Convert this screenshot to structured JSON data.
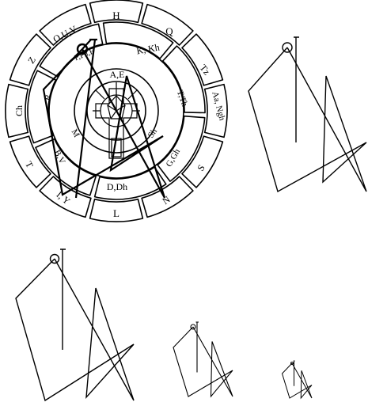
{
  "outer_ring": [
    {
      "label": "H"
    },
    {
      "label": "Q"
    },
    {
      "label": "Tz"
    },
    {
      "label": "Aa, Ngh"
    },
    {
      "label": "S"
    },
    {
      "label": "N"
    },
    {
      "label": "L"
    },
    {
      "label": "I, Y"
    },
    {
      "label": "T"
    },
    {
      "label": "Ch"
    },
    {
      "label": "Z"
    },
    {
      "label": "O,U,V"
    }
  ],
  "middle_ring": [
    {
      "label": "K, Kh"
    },
    {
      "label": "T,Th"
    },
    {
      "label": "G,Gh"
    },
    {
      "label": "D,Dh"
    },
    {
      "label": "B,V"
    },
    {
      "label": "R"
    },
    {
      "label": "P,Ph,F"
    }
  ],
  "inner_ring": [
    {
      "label": "A,E"
    },
    {
      "label": "Sh"
    },
    {
      "label": "M"
    }
  ],
  "figures": [
    {
      "name": "sigil-large"
    },
    {
      "name": "sigil-medium"
    },
    {
      "name": "sigil-small"
    },
    {
      "name": "sigil-tiny"
    }
  ]
}
